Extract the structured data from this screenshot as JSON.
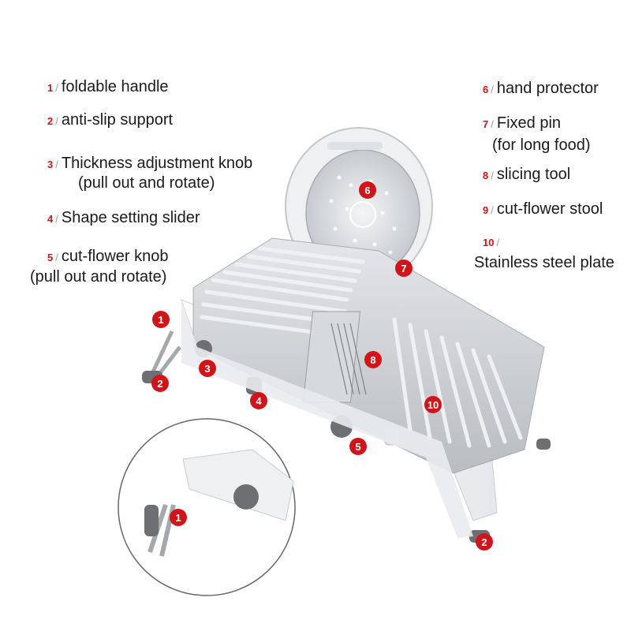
{
  "labels": [
    {
      "num": "1",
      "sep": "/",
      "text": "foldable handle"
    },
    {
      "num": "2",
      "sep": "/",
      "text": "anti-slip support"
    },
    {
      "num": "3",
      "sep": "/",
      "text": "Thickness adjustment knob",
      "sub": "(pull out and rotate)"
    },
    {
      "num": "4",
      "sep": "/",
      "text": "Shape setting slider"
    },
    {
      "num": "5",
      "sep": "/",
      "text": "cut-flower knob",
      "sub": "(pull out and rotate)"
    },
    {
      "num": "6",
      "sep": "/",
      "text": "hand protector"
    },
    {
      "num": "7",
      "sep": "/",
      "text": "Fixed pin",
      "sub": "(for long food)"
    },
    {
      "num": "8",
      "sep": "/",
      "text": "slicing tool"
    },
    {
      "num": "9",
      "sep": "/",
      "text": "cut-flower stool"
    },
    {
      "num": "10",
      "sep": "/",
      "text": "",
      "sub": "Stainless steel plate"
    }
  ],
  "badges": [
    "1",
    "2",
    "3",
    "4",
    "5",
    "6",
    "7",
    "8",
    "10",
    "1",
    "2"
  ],
  "colors": {
    "badge": "#d0141a",
    "label_number": "#d0141a",
    "body": "#f2f3f5",
    "steel": "#c9ccd0",
    "grip": "#6d6f73"
  },
  "icons": [
    "mandoline-slicer-illustration",
    "hand-protector-disc",
    "zoom-detail-circle"
  ]
}
